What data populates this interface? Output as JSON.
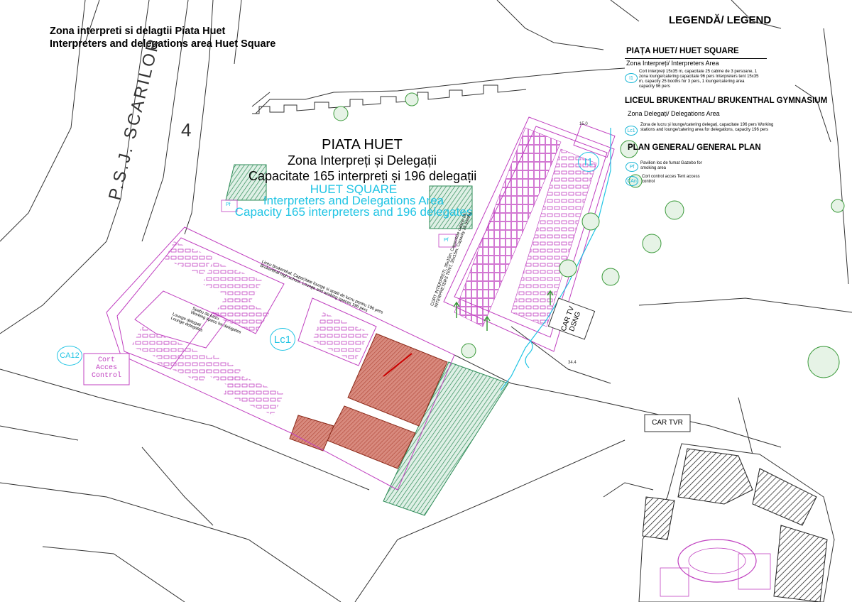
{
  "header": {
    "line1": "Zona interpreti si delagtii Piata Huet",
    "line2": "Interpreters and delegations area Huet Square"
  },
  "center_labels": {
    "ro_line1": "PIATA HUET",
    "ro_line2": "Zona Interpreți și Delegații",
    "ro_line3": "Capacitate 165 interpreți și 196 delegații",
    "en_line1": "HUET SQUARE",
    "en_line2": "Interpreters and Delegations Area",
    "en_line3": "Capacity 165 interpreters and 196 delegates"
  },
  "street": {
    "name": "P.S.J. SCARILOR",
    "number": "4"
  },
  "legend": {
    "title": "LEGENDĂ/ LEGEND",
    "section1": "PIAȚA HUET/ HUET SQUARE",
    "section1_sub": "Zona Interpreți/ Interpreters Area",
    "i1_mark": "I1",
    "i1_text": "Cort interpreți 15x35 m, capacitate 25 cabine de 3 persoane, 1 zona lounge/catering capacitate 96 pers Interpreters tent 15x35 m, capacity 25 booths for 3 pers, 1 lounge/catering area capacity 96 pers",
    "section2": "LICEUL BRUKENTHAL/ BRUKENTHAL GYMNASIUM",
    "section2_sub": "Zona Delegați/ Delegations Area",
    "lc1_mark": "Lc1",
    "lc1_text": "Zona de lucru și lounge/catering delegați, capacitate 196 pers Working stations and lounge/catering area for delegations, capacity 196 pers",
    "section3": "PLAN GENERAL/ GENERAL PLAN",
    "pf_mark": "Pf",
    "pf_text": "Pavilion loc de fumat Gazebo for smoking area",
    "ca_mark": "CAn",
    "ca_text": "Cort control acces Tent access control"
  },
  "map_labels": {
    "lc1": "Lc1",
    "i1": "I1",
    "ca12": "CA12",
    "cort_line1": "Cort",
    "cort_line2": "Acces",
    "cort_line3": "Control",
    "car_tv_dsng_1": "CAR TV",
    "car_tv_dsng_2": "DSNG",
    "car_tvr": "CAR TVR",
    "diag_school": "Liceu Brukenthal. Capacitate lounge si spatii de lucru pentru 196 pers",
    "diag_school_en": "Brukenthal high school. Lounge and working spaces 196 pers",
    "diag_tent": "CORT INTERPRETI, 35x15m. Capacitate cabine 25",
    "diag_tent_en": "INTERPRETERS TENT, 35x15m. Capacity 25 booths",
    "work_ro": "Spatiu de lucru",
    "work_en": "Working space for delegates",
    "lounge_ro": "Lounge delegati",
    "lounge_en": "Lounge delegates",
    "smoke_mark": "Pf",
    "dim_15": "15.0",
    "dim_344": "34.4"
  },
  "colors": {
    "tent_outline": "#c040c0",
    "hatch_green": "#2e8b57",
    "hatch_red": "#b03030",
    "cyan": "#20c4e4",
    "tree": "#3a9a3a"
  }
}
